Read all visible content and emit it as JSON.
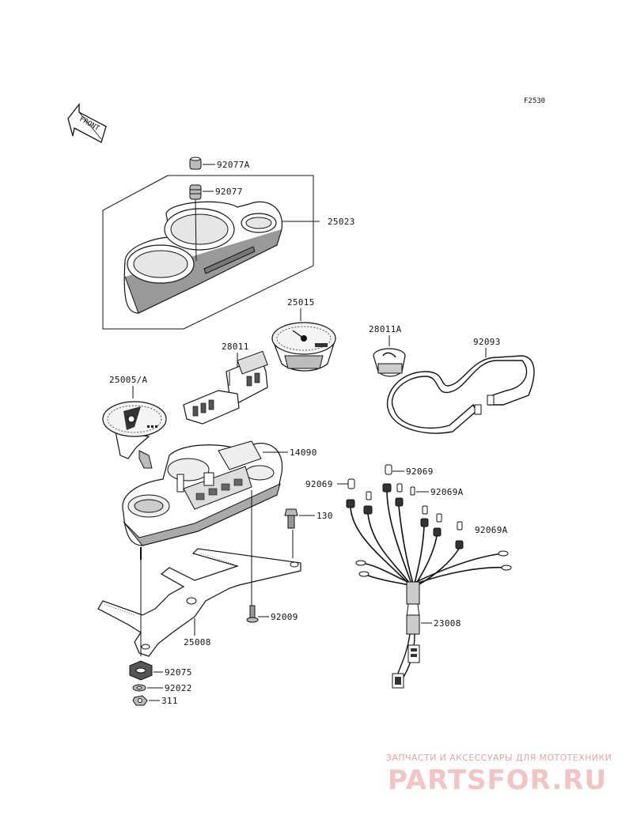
{
  "diagram_code": "F2530",
  "front_label": "FRONT",
  "callouts": {
    "p92077A": "92077A",
    "p92077": "92077",
    "p25023": "25023",
    "p25015": "25015",
    "p28011A": "28011A",
    "p92093": "92093",
    "p28011": "28011",
    "p25005A": "25005/A",
    "p14090": "14090",
    "p92069_top": "92069",
    "p92069_left": "92069",
    "p92069A_top": "92069A",
    "p92069A_right": "92069A",
    "p130": "130",
    "p92009": "92009",
    "p23008": "23008",
    "p25008": "25008",
    "p92075": "92075",
    "p92022": "92022",
    "p311": "311"
  },
  "watermark": {
    "caption": "ЗАПЧАСТИ И АКСЕССУАРЫ ДЛЯ МОТОТЕХНИКИ",
    "logo": "PARTSFOR.RU"
  }
}
